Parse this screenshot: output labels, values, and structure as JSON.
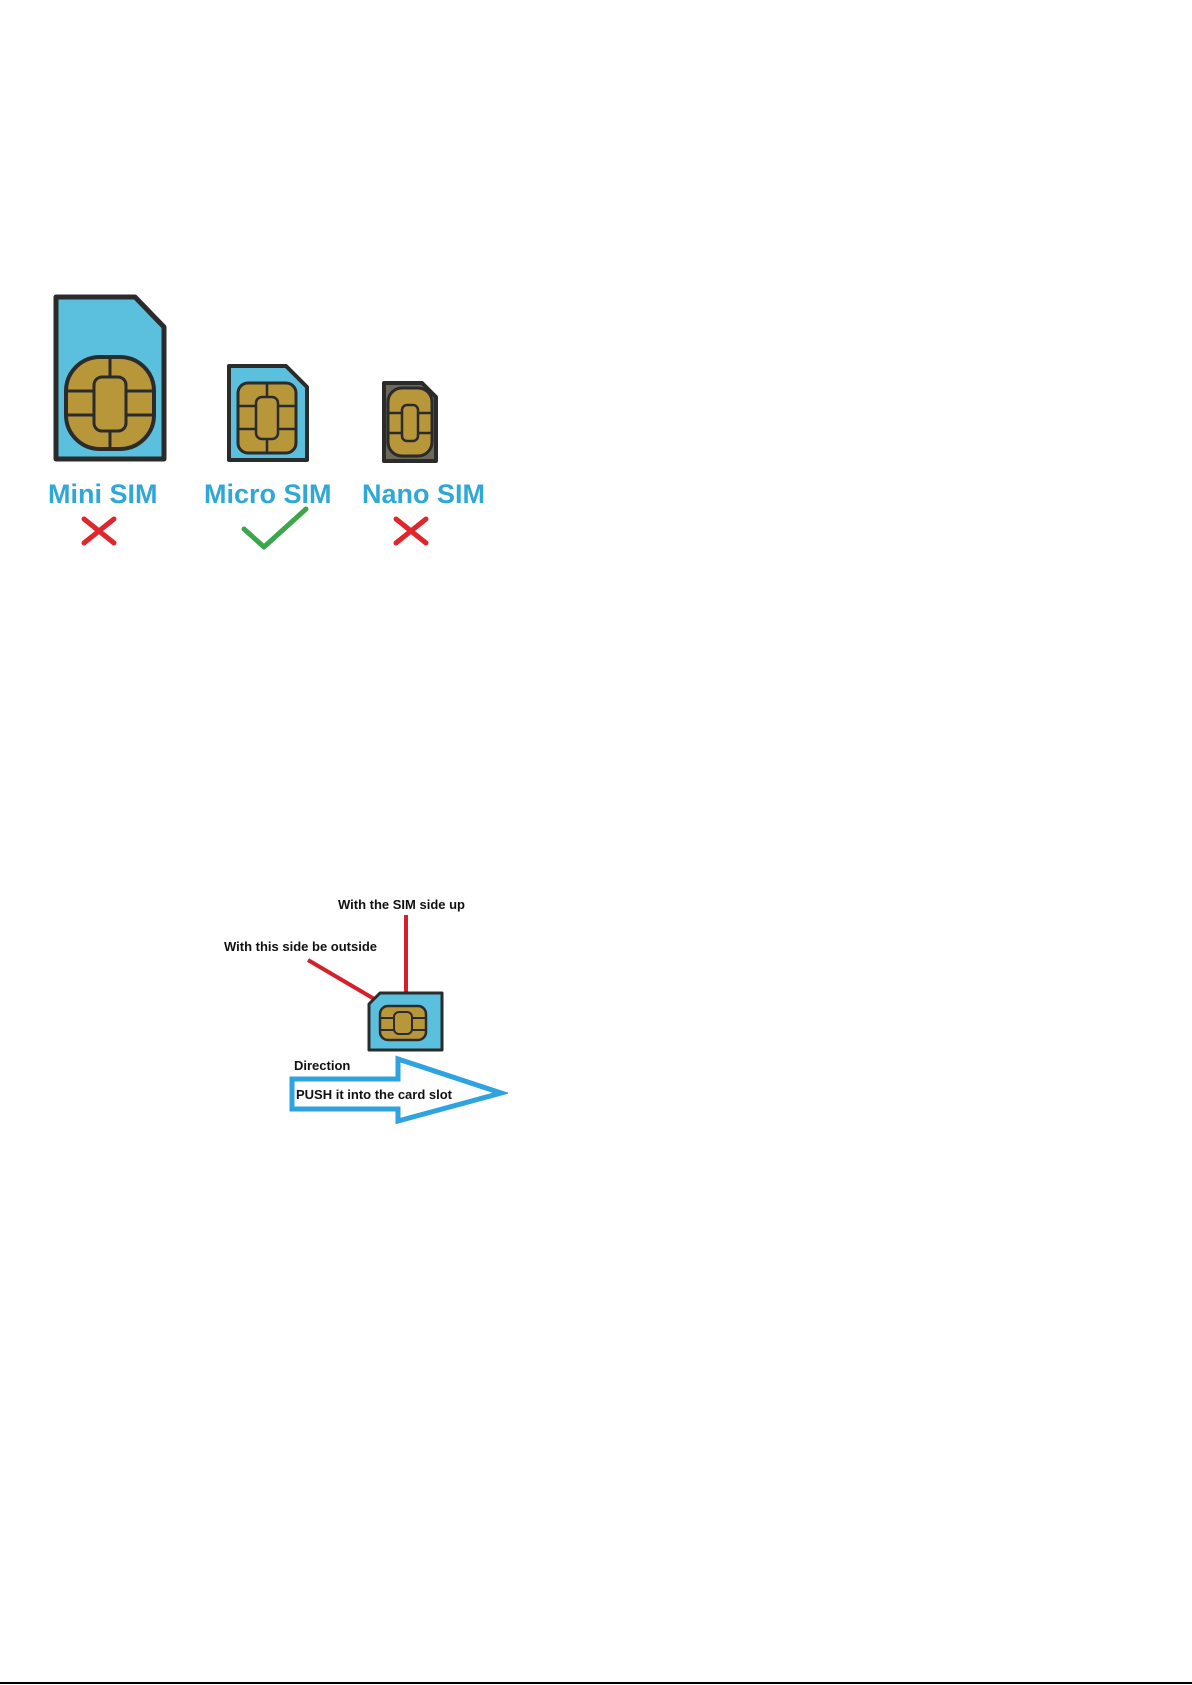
{
  "sim_types": [
    {
      "label": "Mini SIM",
      "status": "not-supported",
      "mark_icon": "cross-icon"
    },
    {
      "label": "Micro SIM",
      "status": "supported",
      "mark_icon": "check-icon"
    },
    {
      "label": "Nano SIM",
      "status": "not-supported",
      "mark_icon": "cross-icon"
    }
  ],
  "insertion": {
    "sim_side_note": "With the SIM side up",
    "outside_note": "With this side be outside",
    "direction_label": "Direction",
    "push_instruction": "PUSH it into the card slot"
  },
  "colors": {
    "sim_blue": "#5bc0de",
    "label_blue": "#2fa8d5",
    "chip_gold": "#b8973a",
    "cross_red": "#e0262d",
    "check_green": "#3aa84a",
    "pointer_red": "#d4202a",
    "arrow_blue": "#2ea3e0"
  }
}
